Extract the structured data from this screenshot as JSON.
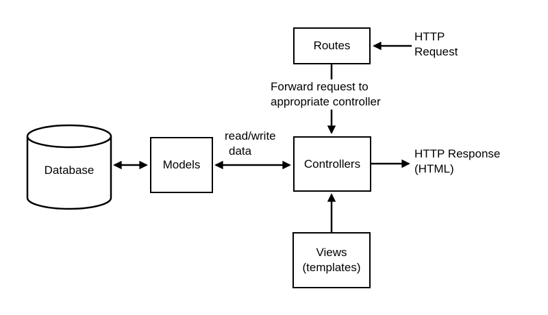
{
  "diagram": {
    "title": "MVC request flow diagram",
    "colors": {
      "stroke": "#000000",
      "background": "#ffffff",
      "text": "#000000"
    },
    "nodes": {
      "routes": {
        "label": "Routes"
      },
      "models": {
        "label": "Models"
      },
      "controllers": {
        "label": "Controllers"
      },
      "views": {
        "line1": "Views",
        "line2": "(templates)"
      },
      "database": {
        "label": "Database"
      }
    },
    "edge_labels": {
      "http_request": {
        "line1": "HTTP",
        "line2": "Request"
      },
      "forward_request": {
        "line1": "Forward request to",
        "line2": "appropriate controller"
      },
      "read_write": {
        "line1": "read/write",
        "line2": "data"
      },
      "http_response": {
        "line1": "HTTP Response",
        "line2": "(HTML)"
      }
    }
  }
}
